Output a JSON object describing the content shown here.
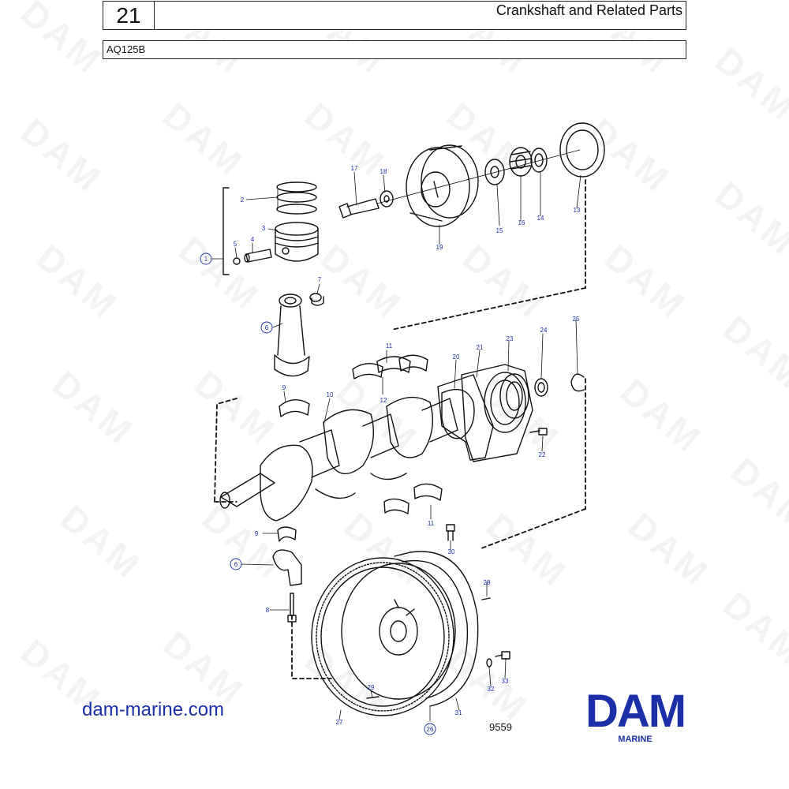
{
  "header": {
    "page_number": "21",
    "title": "Crankshaft and Related Parts",
    "model": "AQ125B"
  },
  "footer": {
    "website": "dam-marine.com",
    "figure_number": "9559",
    "logo_main": "DAM",
    "logo_sub": "MARINE"
  },
  "watermark": "DAM",
  "colors": {
    "brand_blue": "#1b2fa8",
    "line": "#111111"
  },
  "callouts": [
    {
      "id": "c1",
      "label": "1"
    },
    {
      "id": "c2",
      "label": "2"
    },
    {
      "id": "c3",
      "label": "3"
    },
    {
      "id": "c4",
      "label": "4"
    },
    {
      "id": "c5",
      "label": "5"
    },
    {
      "id": "c6a",
      "label": "6"
    },
    {
      "id": "c6b",
      "label": "6"
    },
    {
      "id": "c7",
      "label": "7"
    },
    {
      "id": "c8",
      "label": "8"
    },
    {
      "id": "c9a",
      "label": "9"
    },
    {
      "id": "c9b",
      "label": "9"
    },
    {
      "id": "c10",
      "label": "10"
    },
    {
      "id": "c11a",
      "label": "11"
    },
    {
      "id": "c11b",
      "label": "11"
    },
    {
      "id": "c12",
      "label": "12"
    },
    {
      "id": "c13",
      "label": "13"
    },
    {
      "id": "c14",
      "label": "14"
    },
    {
      "id": "c15",
      "label": "15"
    },
    {
      "id": "c16",
      "label": "16"
    },
    {
      "id": "c17",
      "label": "17"
    },
    {
      "id": "c18",
      "label": "18"
    },
    {
      "id": "c19",
      "label": "19"
    },
    {
      "id": "c20",
      "label": "20"
    },
    {
      "id": "c21",
      "label": "21"
    },
    {
      "id": "c22",
      "label": "22"
    },
    {
      "id": "c23",
      "label": "23"
    },
    {
      "id": "c24",
      "label": "24"
    },
    {
      "id": "c25",
      "label": "25"
    },
    {
      "id": "c26",
      "label": "26"
    },
    {
      "id": "c27",
      "label": "27"
    },
    {
      "id": "c28",
      "label": "28"
    },
    {
      "id": "c29",
      "label": "29"
    },
    {
      "id": "c30",
      "label": "30"
    },
    {
      "id": "c31",
      "label": "31"
    },
    {
      "id": "c32",
      "label": "32"
    },
    {
      "id": "c33",
      "label": "33"
    }
  ]
}
